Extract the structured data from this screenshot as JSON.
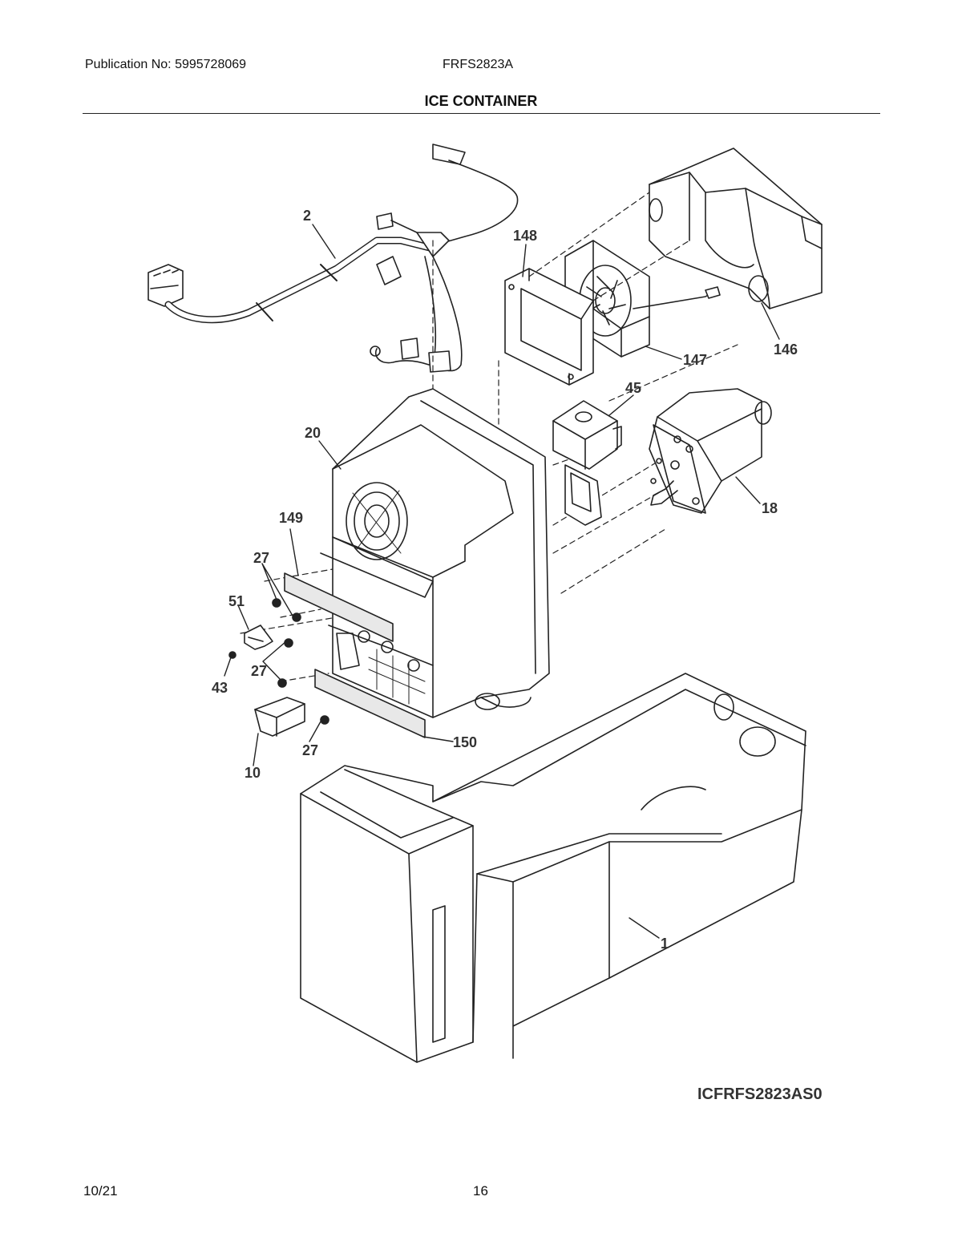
{
  "header": {
    "publication": "Publication No: 5995728069",
    "model": "FRFS2823A",
    "title": "ICE CONTAINER"
  },
  "callouts": {
    "p2": "2",
    "p148": "148",
    "p147": "147",
    "p146": "146",
    "p45": "45",
    "p20": "20",
    "p18": "18",
    "p149": "149",
    "p27a": "27",
    "p51": "51",
    "p27b": "27",
    "p43": "43",
    "p27c": "27",
    "p10": "10",
    "p150": "150",
    "p1": "1"
  },
  "diagram_code": "ICFRFS2823AS0",
  "footer": {
    "date": "10/21",
    "page": "16"
  }
}
